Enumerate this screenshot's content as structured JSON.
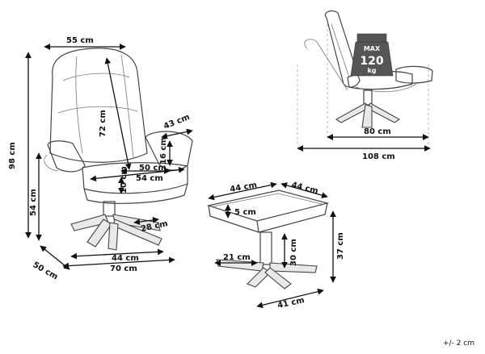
{
  "chair": {
    "top_width": "55 cm",
    "back_height": "72 cm",
    "total_height": "98 cm",
    "seat_height": "54 cm",
    "armrest_length": "43 cm",
    "armrest_height": "16 cm",
    "armrest_inner": "50 cm",
    "seat_width": "54 cm",
    "seat_depth_small": "10 cm",
    "base_arm": "28 cm",
    "base_width": "44 cm",
    "base_total_width": "70 cm",
    "base_depth": "50 cm"
  },
  "footstool": {
    "top_width": "44 cm",
    "top_depth": "44 cm",
    "cushion_height": "5 cm",
    "leg_height": "30 cm",
    "total_height": "37 cm",
    "base_arm": "21 cm",
    "base_width": "41 cm"
  },
  "recline": {
    "max_label": "MAX",
    "max_value": "120",
    "max_unit": "kg",
    "depth_upright": "80 cm",
    "depth_reclined": "108 cm"
  },
  "tolerance": "+/- 2 cm"
}
